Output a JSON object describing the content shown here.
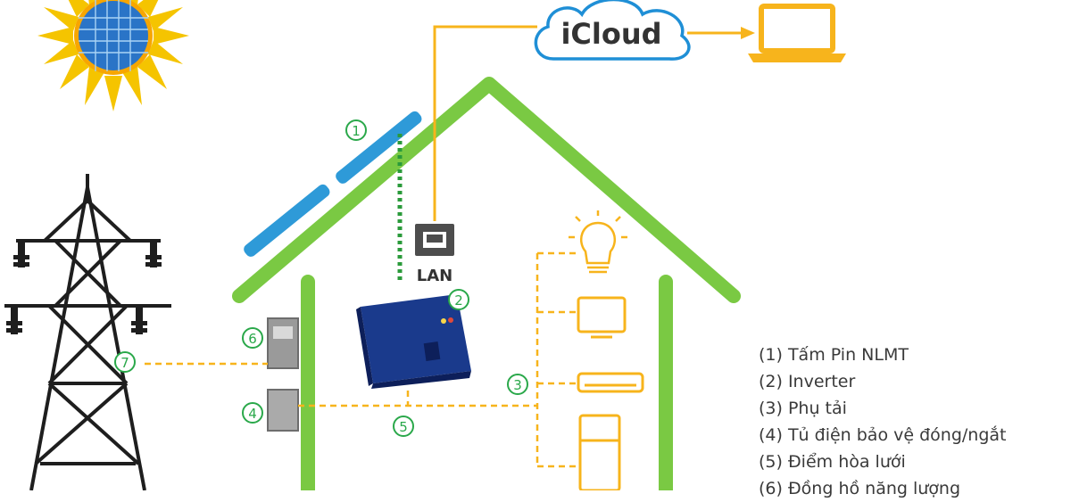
{
  "cloud_label": "iCloud",
  "lan_label": "LAN",
  "markers": {
    "m1": "1",
    "m2": "2",
    "m3": "3",
    "m4": "4",
    "m5": "5",
    "m6": "6",
    "m7": "7"
  },
  "legend": [
    "(1) Tấm Pin NLMT",
    "(2) Inverter",
    "(3) Phụ tải",
    "(4) Tủ điện bảo vệ đóng/ngắt",
    "(5) Điểm hòa lưới",
    "(6) Đồng hồ năng lượng"
  ],
  "colors": {
    "house": "#7ac943",
    "panel": "#2e9ad8",
    "accent": "#f7b41c",
    "cloud": "#1f8fd6",
    "inverter": "#1a3a8c",
    "sun": "#f5c400",
    "meter": "#9a9a9a",
    "tower": "#1e1e1e"
  }
}
